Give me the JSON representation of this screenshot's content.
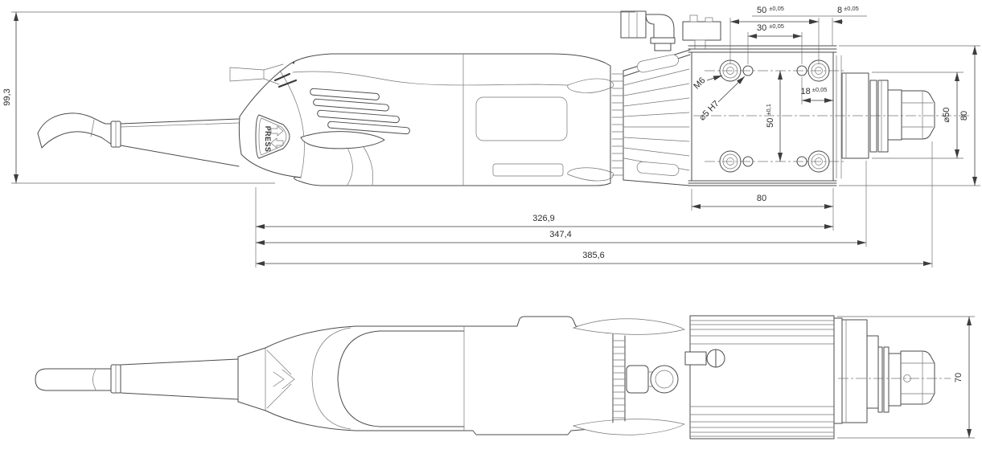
{
  "drawing": {
    "press_label": "PRESS"
  },
  "dims": {
    "overall_height": {
      "v": "99,3"
    },
    "hole_pitch_x": {
      "v": "50",
      "t": "±0,05"
    },
    "hole_pitch_inner": {
      "v": "30",
      "t": "±0,05"
    },
    "edge_offset": {
      "v": "8",
      "t": "±0,05"
    },
    "dowel_offset": {
      "v": "18",
      "t": "±0,05"
    },
    "hole_pitch_y": {
      "v": "50",
      "t": "±0,1"
    },
    "thread_callout": {
      "v": "M6"
    },
    "dowel_callout": {
      "v": "⌀5  H7"
    },
    "spindle_diameter": {
      "v": "⌀50"
    },
    "block_height": {
      "v": "80"
    },
    "block_length": {
      "v": "80"
    },
    "length_to_block": {
      "v": "326,9"
    },
    "length_to_nose": {
      "v": "347,4"
    },
    "length_overall": {
      "v": "385,6"
    },
    "housing_height": {
      "v": "70"
    }
  }
}
